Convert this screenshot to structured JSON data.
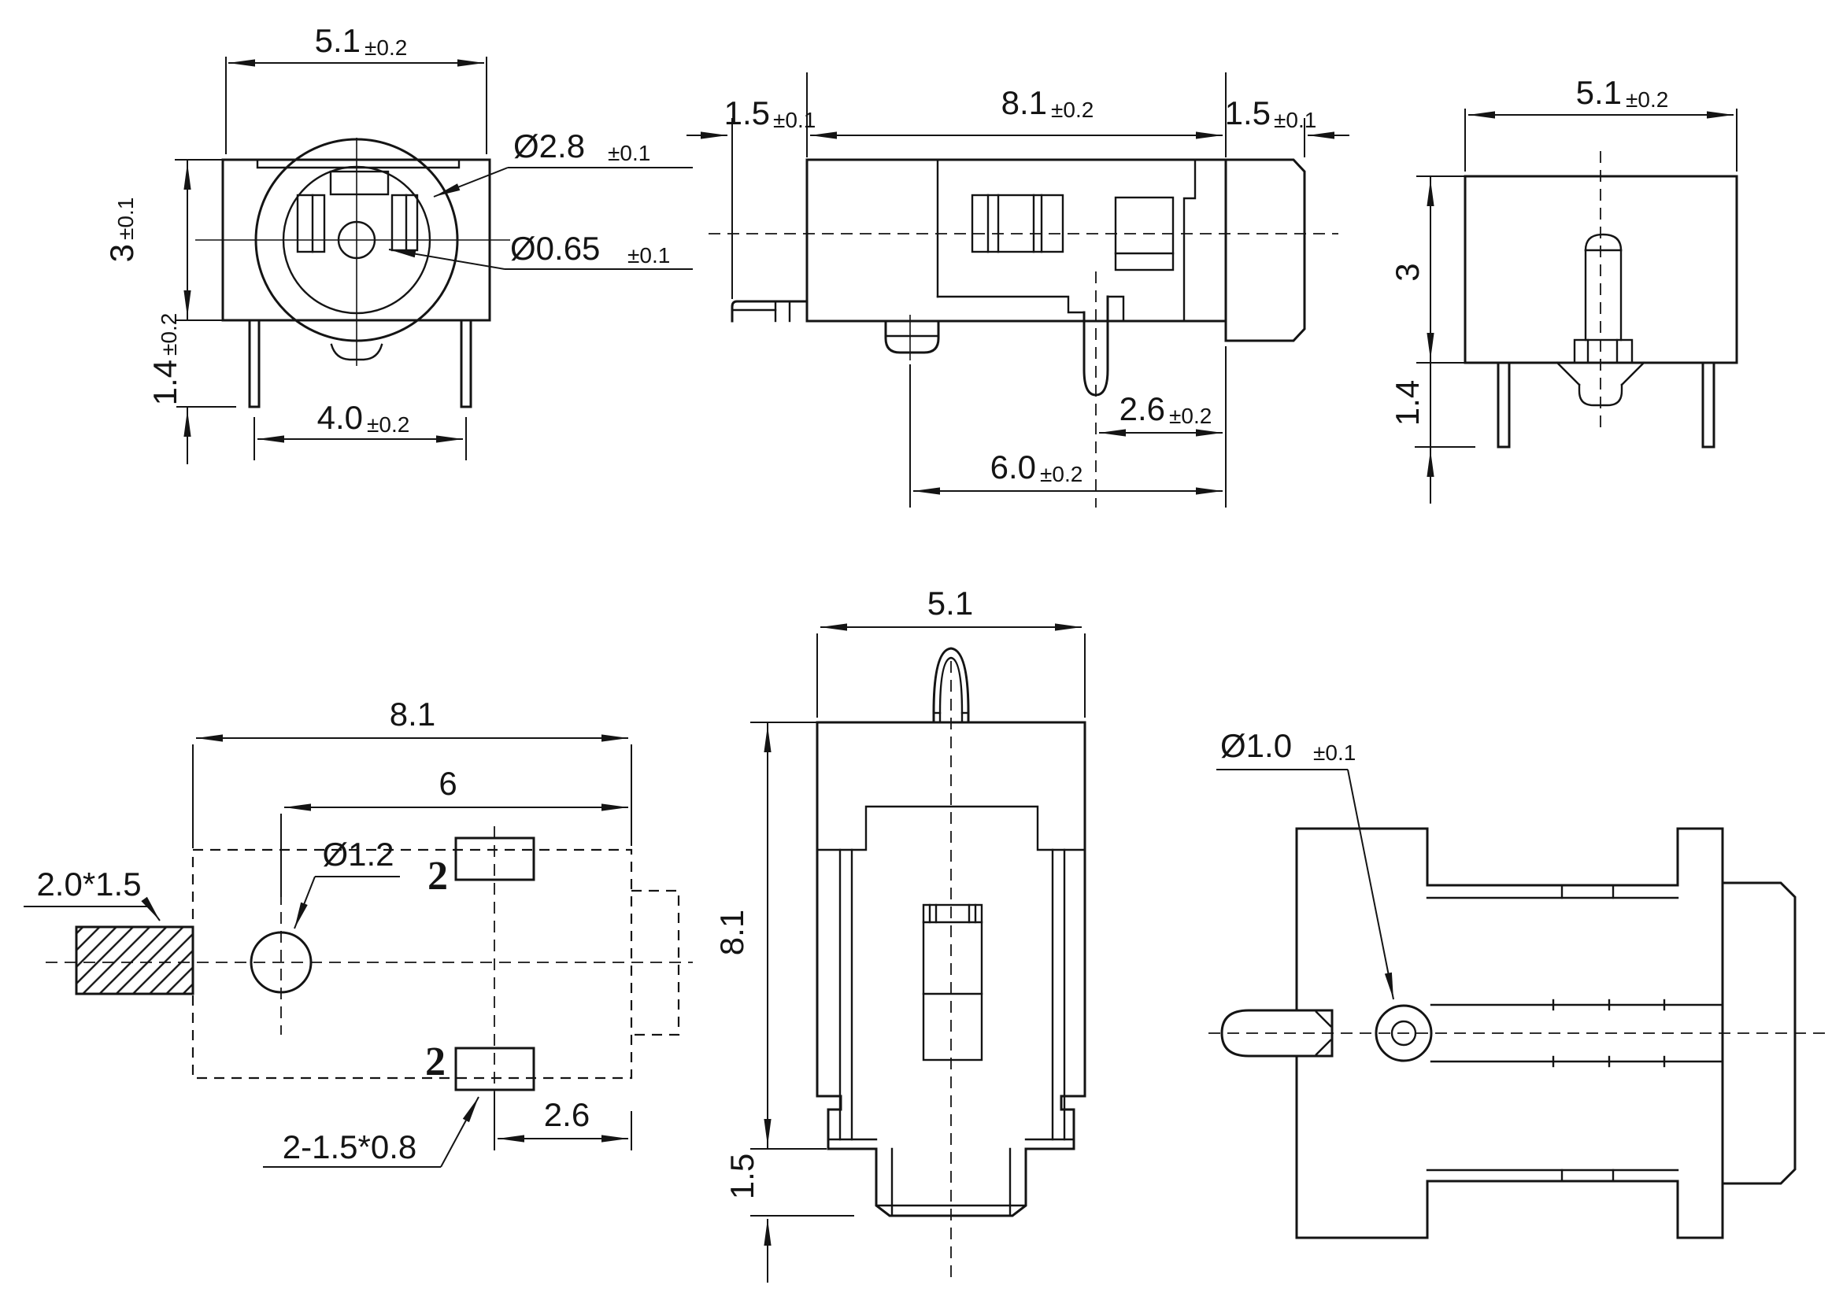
{
  "title": "DC power jack connector engineering drawing",
  "colors": {
    "background": "#ffffff",
    "ink": "#141414"
  },
  "views": {
    "front": {
      "width_v": "5.1",
      "width_t": "±0.2",
      "height_v": "3",
      "height_t": "±0.1",
      "leg_v": "1.4",
      "leg_t": "±0.2",
      "pin_span_v": "4.0",
      "pin_span_t": "±0.2",
      "barrel_v": "Ø2.8",
      "barrel_t": "±0.1",
      "pin_hole_v": "Ø0.65",
      "pin_hole_t": "±0.1"
    },
    "side": {
      "tab_left_v": "1.5",
      "tab_left_t": "±0.1",
      "length_v": "8.1",
      "length_t": "±0.2",
      "tab_right_v": "1.5",
      "tab_right_t": "±0.1",
      "pin_offset_v": "2.6",
      "pin_offset_t": "±0.2",
      "pin_span_v": "6.0",
      "pin_span_t": "±0.2"
    },
    "rear": {
      "width_v": "5.1",
      "width_t": "±0.2",
      "height": "3",
      "leg": "1.4"
    },
    "pcb": {
      "length": "8.1",
      "hole_offset": "6",
      "hole_dia": "Ø1.2",
      "side_pad": "2.0*1.5",
      "pad_top": "2",
      "pad_bottom": "2",
      "slot_spec": "2-1.5*0.8",
      "pad_offset": "2.6"
    },
    "top": {
      "width": "5.1",
      "length": "8.1",
      "tip": "1.5"
    },
    "bottom": {
      "pin_dia_v": "Ø1.0",
      "pin_dia_t": "±0.1"
    }
  }
}
